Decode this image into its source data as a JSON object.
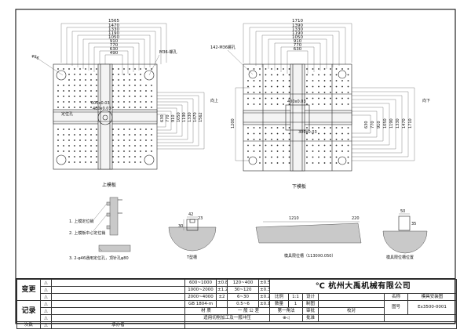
{
  "drawing": {
    "upper_platen": {
      "title": "上模板",
      "top_dims": [
        "1565",
        "1470",
        "1330",
        "1190",
        "1050",
        "910",
        "770",
        "630",
        "490"
      ],
      "right_dims": [
        "630",
        "770",
        "910",
        "1050",
        "1190",
        "1330",
        "1470",
        "1562"
      ],
      "center_dims": [
        "600x0.03",
        "400x0.03"
      ],
      "left_note": "φ56",
      "hole_note": "M36-螺孔",
      "side_label": "向上",
      "locating_note": "定位孔"
    },
    "lower_platen": {
      "title": "下模板",
      "top_dims": [
        "1710",
        "1390",
        "1330",
        "1190",
        "1050",
        "910",
        "770",
        "630"
      ],
      "right_dims": [
        "630",
        "770",
        "910",
        "1050",
        "1190",
        "1330",
        "1470",
        "1710"
      ],
      "left_dim": "1200",
      "hole_note": "142-M36螺孔",
      "center_dims": [
        "400x0.03",
        "300x0.03"
      ],
      "side_label": "向下"
    },
    "notes": [
      "1. 上模定位销",
      "2. 上模板中心定位销",
      "3. 2-φ46通用定位孔，顶针孔φ80"
    ],
    "details": [
      {
        "label": "T型槽",
        "dims": [
          "42",
          "23",
          "30"
        ]
      },
      {
        "label": "模具限位槽（1130X0.050）",
        "dims": [
          "1210",
          "220"
        ]
      },
      {
        "label": "模具限位槽位置",
        "dims": [
          "50",
          "35"
        ]
      }
    ],
    "title_block": {
      "change_label": "变更",
      "record_label": "记录",
      "rev_col": "次数",
      "revision_markers": [
        "△",
        "△",
        "△",
        "△",
        "△",
        "△",
        "△"
      ],
      "tolerances": [
        [
          "600~1000",
          "±0.8",
          "120~400",
          "±0.5"
        ],
        [
          "1000~2000",
          "±1.2",
          "30~120",
          "±0.3"
        ],
        [
          "2000~4000",
          "±2",
          "6~30",
          "±0.2"
        ],
        [
          "GB 1804-m",
          "",
          "0.5~6",
          "±0.1"
        ]
      ],
      "material_label": "材 质",
      "scale_label": "比例",
      "scale_value": "1:1",
      "qty_label": "数量",
      "qty_value": "1",
      "projection_label": "第一角法",
      "general_tol_label": "一 般 公 差",
      "process_note": "适用切削加工及一般冲压",
      "company": "杭州大禹机械有限公司",
      "design_label": "设计",
      "draw_label": "制图",
      "review_label": "审批",
      "check_label": "校对",
      "approve_label": "批准",
      "name_label": "名称",
      "name_value": "模具安装图",
      "drawing_no_label": "图号",
      "drawing_no_value": "Ex3500-0001",
      "sign_label": "承办者"
    }
  }
}
